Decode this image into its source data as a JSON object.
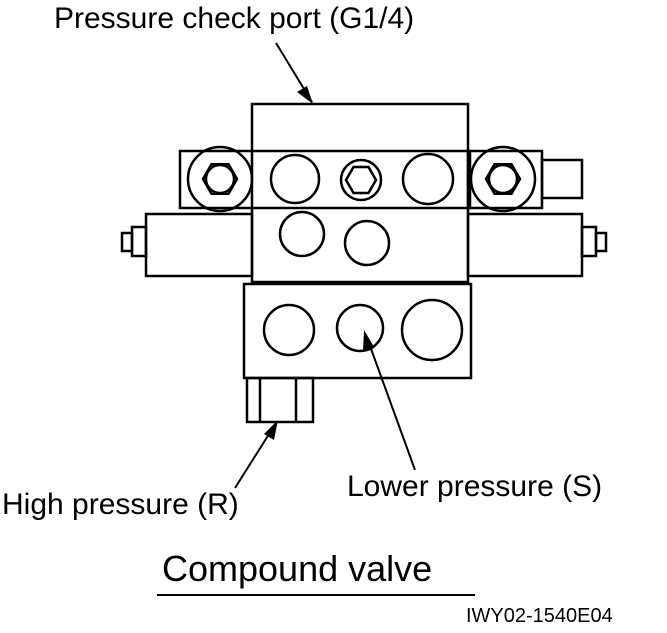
{
  "labels": {
    "pressure_check_port": "Pressure check port (G1/4)",
    "high_pressure": "High pressure (R)",
    "lower_pressure": "Lower pressure (S)",
    "title": "Compound valve",
    "figure_code": "IWY02-1540E04"
  },
  "colors": {
    "line": "#000000",
    "background": "#ffffff"
  }
}
